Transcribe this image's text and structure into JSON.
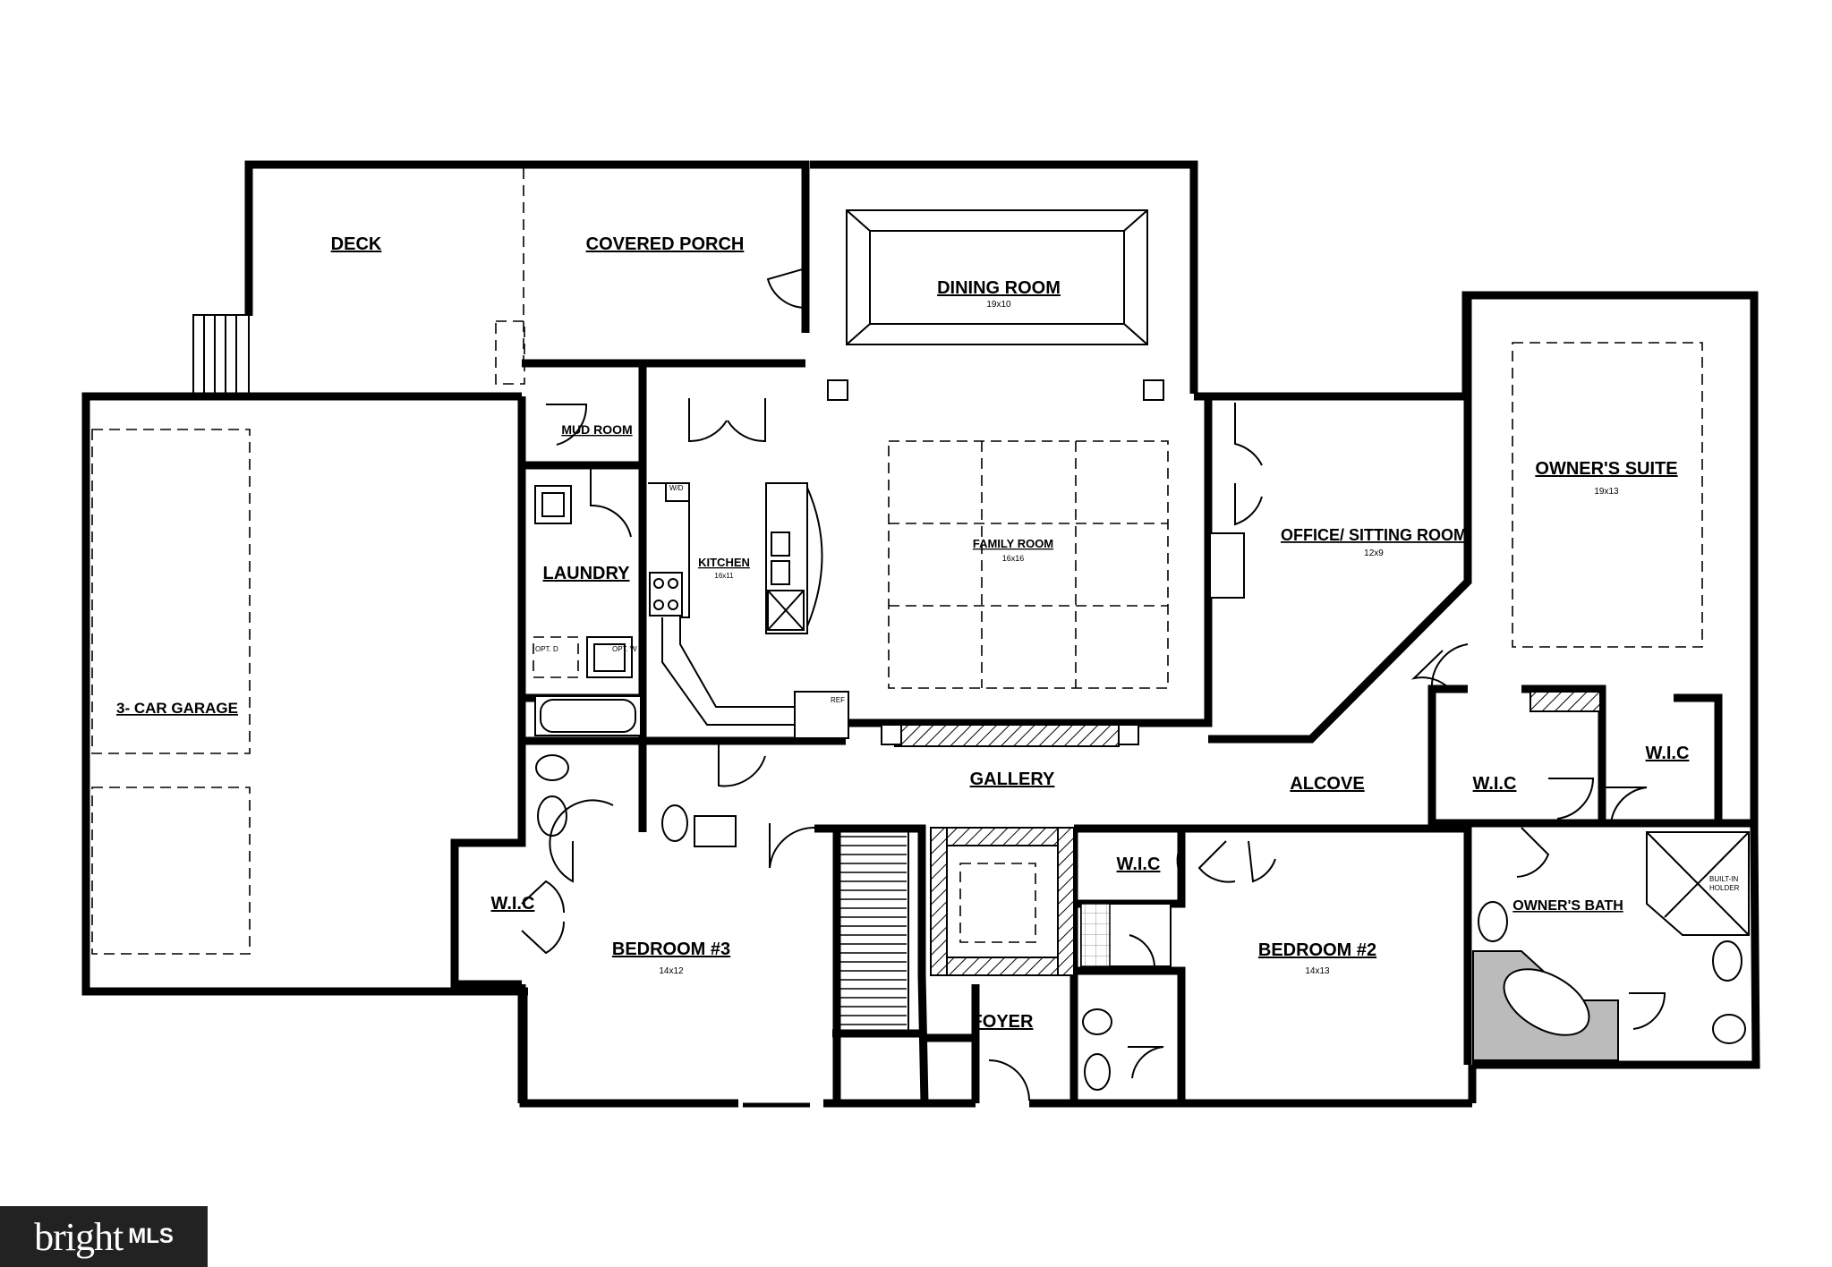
{
  "rooms": [
    {
      "key": "deck",
      "label": "DECK",
      "size": ""
    },
    {
      "key": "covered_porch",
      "label": "COVERED PORCH",
      "size": ""
    },
    {
      "key": "dining_room",
      "label": "DINING ROOM",
      "size": "19x10"
    },
    {
      "key": "owners_suite",
      "label": "OWNER'S SUITE",
      "size": "19x13"
    },
    {
      "key": "mud_room",
      "label": "MUD ROOM",
      "size": ""
    },
    {
      "key": "laundry",
      "label": "LAUNDRY",
      "size": ""
    },
    {
      "key": "kitchen",
      "label": "KITCHEN",
      "size": "16x11"
    },
    {
      "key": "family_room",
      "label": "FAMILY ROOM",
      "size": "16x16"
    },
    {
      "key": "office",
      "label": "OFFICE/ SITTING ROOM",
      "size": "12x9"
    },
    {
      "key": "garage",
      "label": "3- CAR GARAGE",
      "size": ""
    },
    {
      "key": "gallery",
      "label": "GALLERY",
      "size": ""
    },
    {
      "key": "alcove",
      "label": "ALCOVE",
      "size": ""
    },
    {
      "key": "wic_suite_1",
      "label": "W.I.C",
      "size": ""
    },
    {
      "key": "wic_suite_2",
      "label": "W.I.C",
      "size": ""
    },
    {
      "key": "owners_bath",
      "label": "OWNER'S BATH",
      "size": ""
    },
    {
      "key": "wic_bed3",
      "label": "W.I.C",
      "size": ""
    },
    {
      "key": "bedroom3",
      "label": "BEDROOM #3",
      "size": "14x12"
    },
    {
      "key": "wic_bed2",
      "label": "W.I.C",
      "size": ""
    },
    {
      "key": "foyer",
      "label": "FOYER",
      "size": ""
    },
    {
      "key": "bedroom2",
      "label": "BEDROOM #2",
      "size": "14x13"
    }
  ],
  "fixture_labels": {
    "wd": "W/D",
    "ref": "REF",
    "opt_d": "OPT. D",
    "opt_w": "OPT. W",
    "built_in_1": "BUILT-IN",
    "built_in_2": "HOLDER"
  },
  "watermark": {
    "brand": "bright",
    "mls": "MLS"
  }
}
